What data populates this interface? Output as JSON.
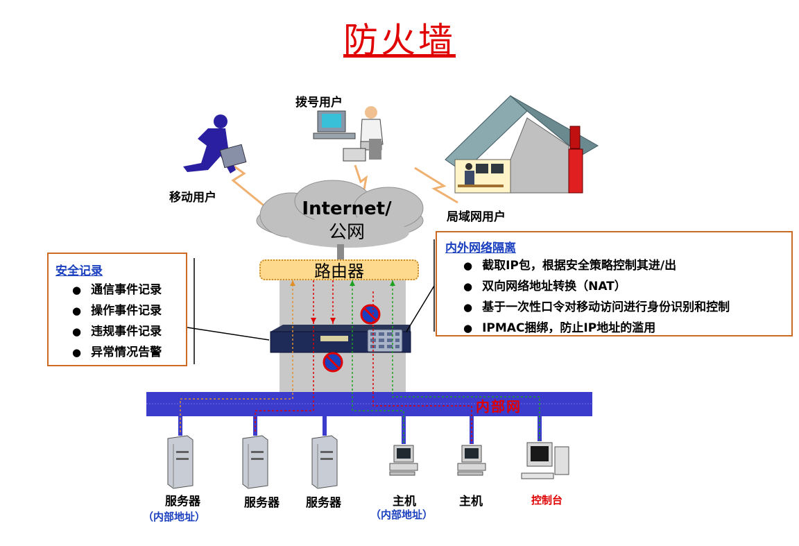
{
  "title": "防火墙",
  "users": {
    "dialup": "拨号用户",
    "mobile": "移动用户",
    "lan": "局域网用户"
  },
  "internet": {
    "line1": "Internet/",
    "line2": "公网"
  },
  "router": "路由器",
  "lan_label": "内部网",
  "security_log": {
    "heading": "安全记录",
    "items": [
      "通信事件记录",
      "操作事件记录",
      "违规事件记录",
      "异常情况告警"
    ]
  },
  "isolation": {
    "heading": "内外网络隔离",
    "items": [
      "截取IP包，根据安全策略控制其进/出",
      "双向网络地址转换（NAT）",
      "基于一次性口令对移动访问进行身份识别和控制",
      "IPMAC捆绑，防止IP地址的滥用"
    ]
  },
  "devices": {
    "server1": "服务器",
    "server1_sub": "（内部地址）",
    "server2": "服务器",
    "server3": "服务器",
    "host1": "主机",
    "host1_sub": "（内部地址）",
    "host2": "主机",
    "console": "控制台"
  },
  "colors": {
    "title": "#e00000",
    "lan_bar": "#3c3ccc",
    "box_border": "#cc6a22",
    "link_blue": "#1a3fbf"
  }
}
